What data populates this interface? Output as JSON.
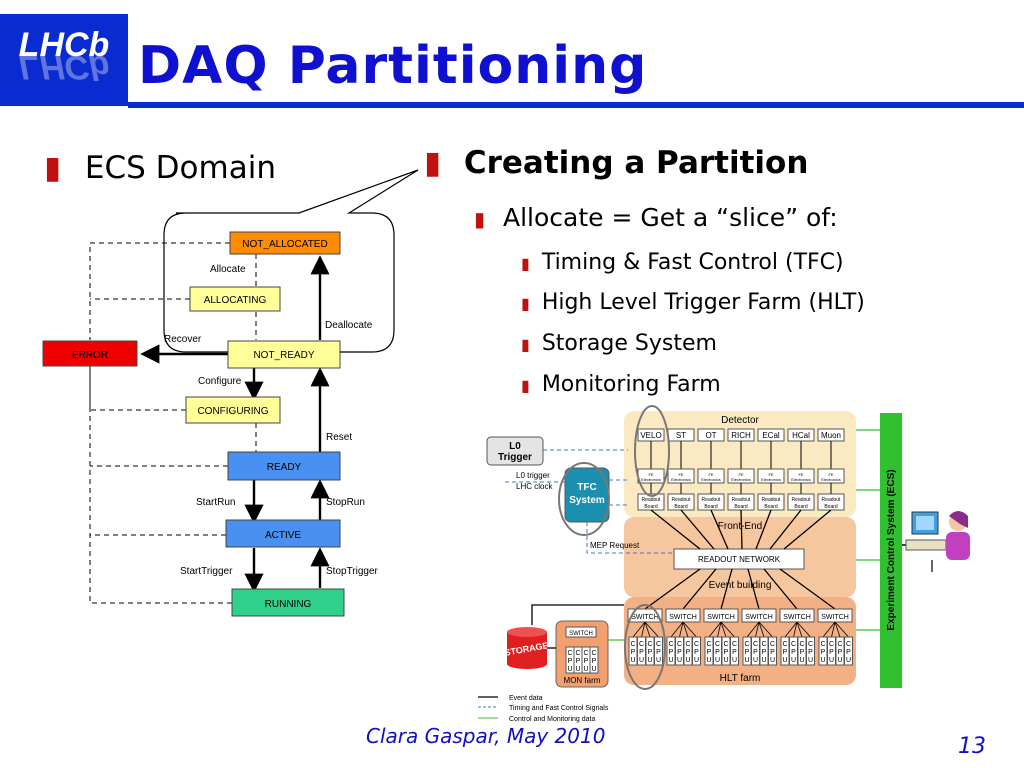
{
  "slide": {
    "title": "DAQ Partitioning",
    "logo_text": "LHCb",
    "left_heading": "ECS Domain",
    "right_heading": "Creating a Partition",
    "sub_bullet": "Allocate = Get a “slice” of:",
    "items": [
      "Timing & Fast Control (TFC)",
      "High Level Trigger Farm (HLT)",
      "Storage System",
      "Monitoring Farm"
    ],
    "footer": "Clara Gaspar, May 2010",
    "page_number": "13"
  },
  "fsm": {
    "states": {
      "not_allocated": "NOT_ALLOCATED",
      "allocating": "ALLOCATING",
      "error": "ERROR",
      "not_ready": "NOT_READY",
      "configuring": "CONFIGURING",
      "ready": "READY",
      "active": "ACTIVE",
      "running": "RUNNING"
    },
    "transitions": {
      "allocate": "Allocate",
      "deallocate": "Deallocate",
      "recover": "Recover",
      "configure": "Configure",
      "reset": "Reset",
      "start_run": "StartRun",
      "stop_run": "StopRun",
      "start_trigger": "StartTrigger",
      "stop_trigger": "StopTrigger"
    },
    "colors": {
      "orange": "#ff8c00",
      "yellow": "#ffff99",
      "red": "#ee0000",
      "blue": "#4a90f0",
      "green": "#2ed08a"
    }
  },
  "daq": {
    "detector_label": "Detector",
    "subdetectors": [
      "VELO",
      "ST",
      "OT",
      "RICH",
      "ECal",
      "HCal",
      "Muon"
    ],
    "fe_label": "FE Electronics",
    "readout_label": "Readout Board",
    "frontend_label": "Front-End",
    "l0_trigger": "L0 Trigger",
    "l0_trigger_line": "L0 trigger",
    "lhc_clock": "LHC clock",
    "tfc": "TFC System",
    "mep_request": "MEP Request",
    "readout_network": "READOUT NETWORK",
    "event_building": "Event building",
    "switch": "SWITCH",
    "cpu": "CPU",
    "hlt_farm": "HLT farm",
    "storage": "STORAGE",
    "mon_farm": "MON farm",
    "ecs": "Experiment Control System (ECS)",
    "legend": [
      "Event data",
      "Timing and Fast Control Signals",
      "Control and Monitoring data"
    ]
  }
}
